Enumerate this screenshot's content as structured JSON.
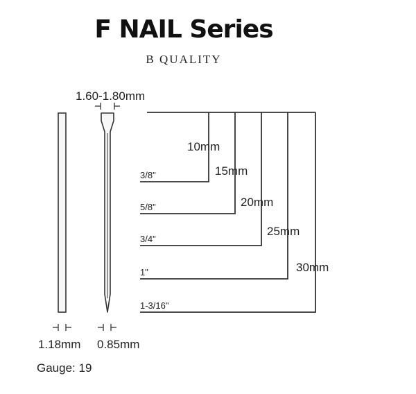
{
  "header": {
    "title": "F NAIL Series",
    "subtitle": "B QUALITY"
  },
  "dimensions": {
    "head_width": "1.60-1.80mm",
    "crown_thickness": "1.18mm",
    "shank_thickness": "0.85mm",
    "gauge": "Gauge: 19"
  },
  "lengths": [
    {
      "mm": "10mm",
      "inch": "3/8\""
    },
    {
      "mm": "15mm",
      "inch": "5/8\""
    },
    {
      "mm": "20mm",
      "inch": "3/4\""
    },
    {
      "mm": "25mm",
      "inch": "1\""
    },
    {
      "mm": "30mm",
      "inch": "1-3/16\""
    }
  ],
  "colors": {
    "line": "#333333",
    "nail_fill": "#f7f7f7"
  }
}
